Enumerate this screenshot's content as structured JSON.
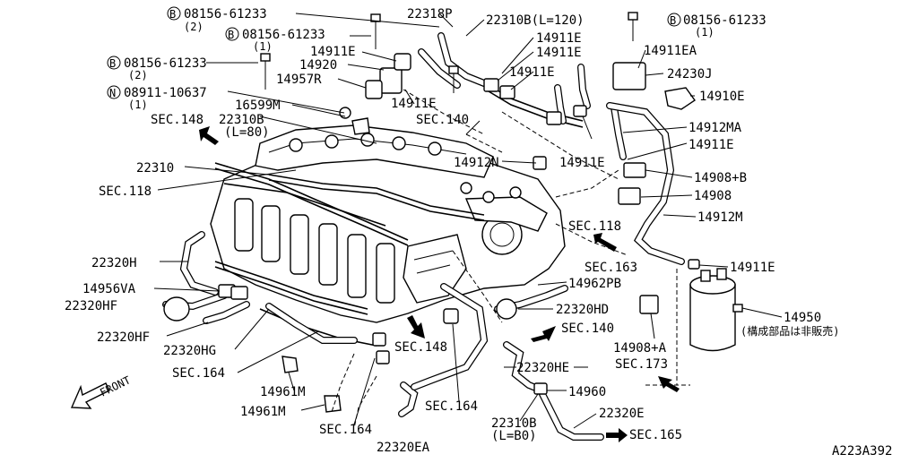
{
  "labels": {
    "b1_sym": "B",
    "b1": "08156-61233",
    "b1_q": "(2)",
    "b2_sym": "B",
    "b2": "08156-61233",
    "b2_q": "(1)",
    "b3_sym": "B",
    "b3": "08156-61233",
    "b3_q": "(2)",
    "n1_sym": "N",
    "n1": "08911-10637",
    "n1_q": "(1)",
    "b4_sym": "B",
    "b4": "08156-61233",
    "b4_q": "(1)",
    "p22318P": "22318P",
    "p22310B_120": "22310B(L=120)",
    "p14911E_a": "14911E",
    "p14911E_b": "14911E",
    "p14911E_c": "14911E",
    "p14920": "14920",
    "p14957R": "14957R",
    "p14911E_d": "14911E",
    "p14911E_e": "14911E",
    "p14911EA": "14911EA",
    "p24230J": "24230J",
    "p14910E": "14910E",
    "p16599M": "16599M",
    "sec148_a": "SEC.148",
    "p22310B_80": "22310B",
    "l80": "(L=80)",
    "sec140_a": "SEC.140",
    "p14912MA": "14912MA",
    "p14911E_f": "14911E",
    "p22310": "22310",
    "p14912N": "14912N",
    "p14911E_g": "14911E",
    "p14908B": "14908+B",
    "sec118_a": "SEC.118",
    "p14908": "14908",
    "p14912M": "14912M",
    "sec118_b": "SEC.118",
    "p22320H": "22320H",
    "sec163": "SEC.163",
    "p14911E_h": "14911E",
    "p14956VA": "14956VA",
    "p14962PB": "14962PB",
    "p22320HF": "22320HF",
    "p22320HD": "22320HD",
    "p14950": "14950",
    "p14950_note": "(構成部品は非販売)",
    "sec140_b": "SEC.140",
    "p22320HF_b": "22320HF",
    "p14908A": "14908+A",
    "sec148_b": "SEC.148",
    "p22320HG": "22320HG",
    "sec173": "SEC.173",
    "p22320HE": "22320HE",
    "sec164_a": "SEC.164",
    "p14960": "14960",
    "p14961M_a": "14961M",
    "sec164_b": "SEC.164",
    "p14961M_b": "14961M",
    "p22310B_b": "22310B",
    "lB0": "(L=B0)",
    "p22320E": "22320E",
    "sec164_c": "SEC.164",
    "sec165": "SEC.165",
    "p22320EA": "22320EA",
    "front": "FRONT",
    "code": "A223A392"
  }
}
